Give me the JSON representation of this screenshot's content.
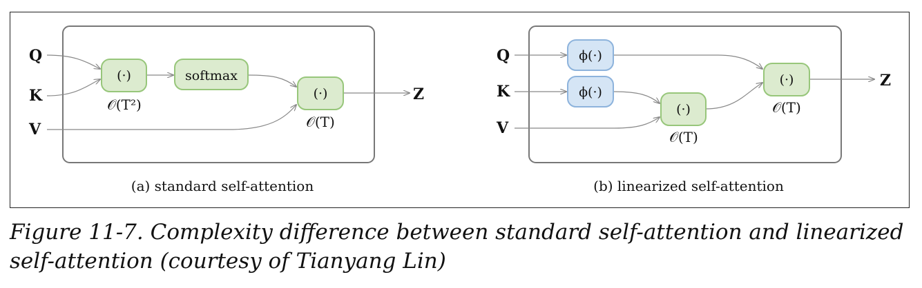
{
  "panels": {
    "a": {
      "inputs": [
        "Q",
        "K",
        "V"
      ],
      "output": "Z",
      "dot1": "(·)",
      "softmax": "softmax",
      "dot2": "(·)",
      "cx1": "𝒪(T²)",
      "cx2": "𝒪(T)",
      "caption": "(a)  standard self-attention"
    },
    "b": {
      "inputs": [
        "Q",
        "K",
        "V"
      ],
      "output": "Z",
      "phi_q": "ϕ(·)",
      "phi_k": "ϕ(·)",
      "dot_kv": "(·)",
      "dot_out": "(·)",
      "cx_kv": "𝒪(T)",
      "cx_out": "𝒪(T)",
      "caption": "(b)  linearized self-attention"
    }
  },
  "figure_caption": "Figure 11-7. Complexity difference between standard self-attention and linearized self-attention (courtesy of Tianyang Lin)",
  "colors": {
    "green_fill": "#dcebcf",
    "green_stroke": "#97c67a",
    "blue_fill": "#d5e5f5",
    "blue_stroke": "#8db3dc",
    "frame": "#777777",
    "arrow": "#888888"
  }
}
